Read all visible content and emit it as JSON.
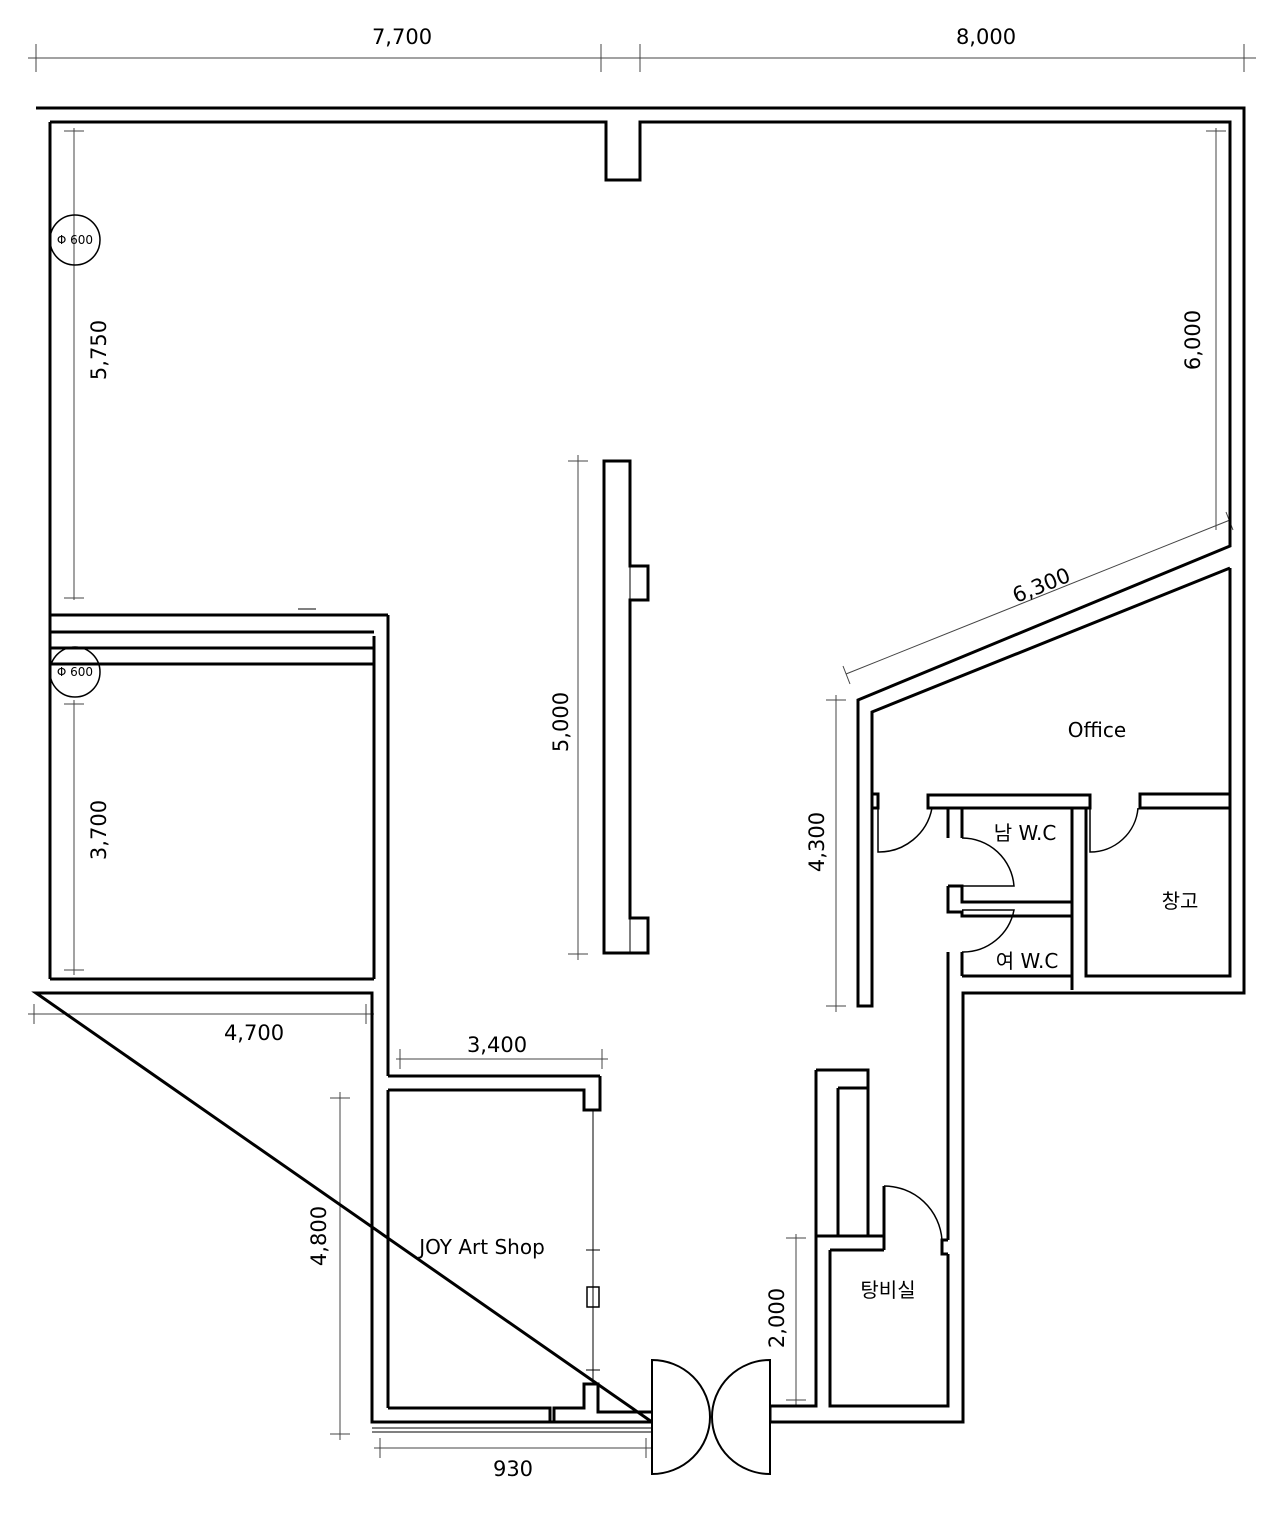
{
  "dimensions": {
    "top_left": "7,700",
    "top_right": "8,000",
    "left_upper": "5,750",
    "left_lower": "3,700",
    "right_upper": "6,000",
    "diagonal": "6,300",
    "center_wall": "5,000",
    "office_wall": "4,300",
    "bottom_left": "4,700",
    "shop_width": "3,400",
    "shop_height": "4,800",
    "corridor": "2,000",
    "entrance": "930"
  },
  "columns": {
    "upper": "Φ 600",
    "lower": "Φ 600"
  },
  "rooms": {
    "office": "Office",
    "mens_wc": "남 W.C",
    "womens_wc": "여 W.C",
    "storage": "창고",
    "shop": "JOY Art Shop",
    "water_heater": "탕비실"
  }
}
